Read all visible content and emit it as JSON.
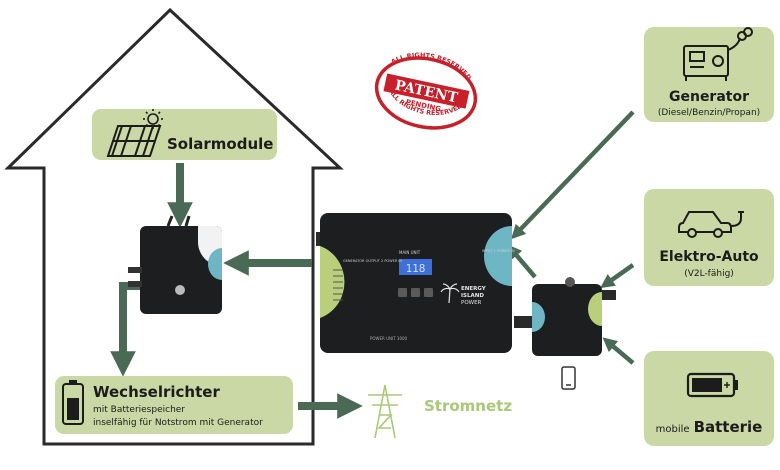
{
  "colors": {
    "arrow": "#4a6a55",
    "box_fill": "#c9d8a4",
    "house_outline": "#2a2a2a",
    "grid_label": "#a9c878",
    "seal_red": "#c8202a",
    "device_body": "#1d1e20",
    "accent_green": "#b9cf7c",
    "accent_teal": "#6fb6c4",
    "display_blue": "#3f6fd8"
  },
  "solar": {
    "label": "Solarmodule",
    "icons": [
      "solar-panel-icon",
      "sun-icon"
    ]
  },
  "inverter": {
    "title": "Wechselrichter",
    "line1": "mit Batteriespeicher",
    "line2": "inselfähig für Notstrom mit Generator",
    "icon": "battery-vertical-icon"
  },
  "grid": {
    "label": "Stromnetz",
    "icon": "power-pylon-icon"
  },
  "generator": {
    "title": "Generator",
    "subtitle": "(Diesel/Benzin/Propan)",
    "icon": "generator-icon"
  },
  "car": {
    "title": "Elektro-Auto",
    "subtitle": "(V2L-fähig)",
    "icon": "electric-car-icon"
  },
  "battery": {
    "prefix": "mobile",
    "title": "Batterie",
    "icon": "battery-horizontal-icon"
  },
  "patent": {
    "top_text": "ALL RIGHTS RESERVED",
    "main": "PATENT",
    "sub": "PENDING",
    "bottom_text": "ALL RIGHTS RESERVED"
  },
  "main_unit": {
    "display": "118",
    "panel_text": "MAIN UNIT",
    "brand1": "ENERGY",
    "brand2": "ISLAND",
    "brand3": "POWER",
    "model": "POWER UNIT 3000",
    "left_port_text": "GENERATOR OUTPUT 2 POWER IN",
    "right_port_text": "INPUT 1 POWER IN"
  },
  "phone": {
    "icon": "smartphone-icon"
  }
}
